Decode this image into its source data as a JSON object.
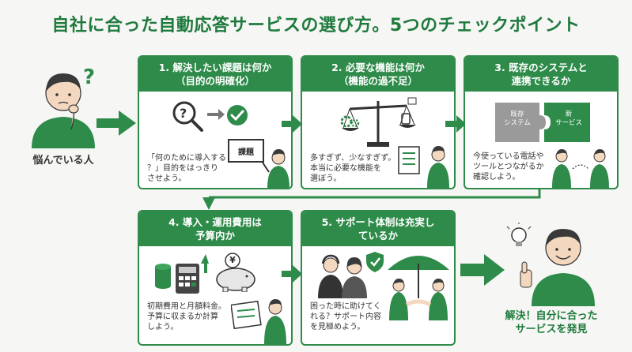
{
  "title": "自社に合った自動応答サービスの選び方。5つのチェックポイント",
  "start": {
    "caption": "悩んでいる人"
  },
  "goal": {
    "caption_line1": "解決！自分に合った",
    "caption_line2": "サービスを発見"
  },
  "steps": [
    {
      "title_line1": "1. 解決したい課題は何か",
      "title_line2": "（目的の明確化）",
      "text_lines": [
        "「何のために導入する",
        "？」目的をはっきり",
        "させよう。"
      ],
      "board_label": "課題"
    },
    {
      "title_line1": "2. 必要な機能は何か",
      "title_line2": "（機能の過不足）",
      "text_lines": [
        "多すぎず、少なすぎず。",
        "本当に必要な機能を",
        "選ぼう。"
      ]
    },
    {
      "title_line1": "3. 既存のシステムと",
      "title_line2": "連携できるか",
      "text_lines": [
        "今使っている電話や",
        "ツールとつながるか",
        "確認しよう。"
      ],
      "puzzle_left_line1": "既存",
      "puzzle_left_line2": "システム",
      "puzzle_right_line1": "新",
      "puzzle_right_line2": "サービス"
    },
    {
      "title_line1": "4. 導入・運用費用は",
      "title_line2": "予算内か",
      "text_lines": [
        "初期費用と月額料金。",
        "予算に収まるか計算",
        "しよう。"
      ],
      "yen_symbol": "¥"
    },
    {
      "title_line1": "5. サポート体制は充実し",
      "title_line2": "ているか",
      "text_lines": [
        "困った時に助けてく",
        "れる？サポート内容",
        "を見極めよう。"
      ]
    }
  ],
  "colors": {
    "brand": "#2e8b4a",
    "title": "#1f7a3d",
    "skin": "#f4d7bf",
    "hair": "#3a3a3a"
  }
}
